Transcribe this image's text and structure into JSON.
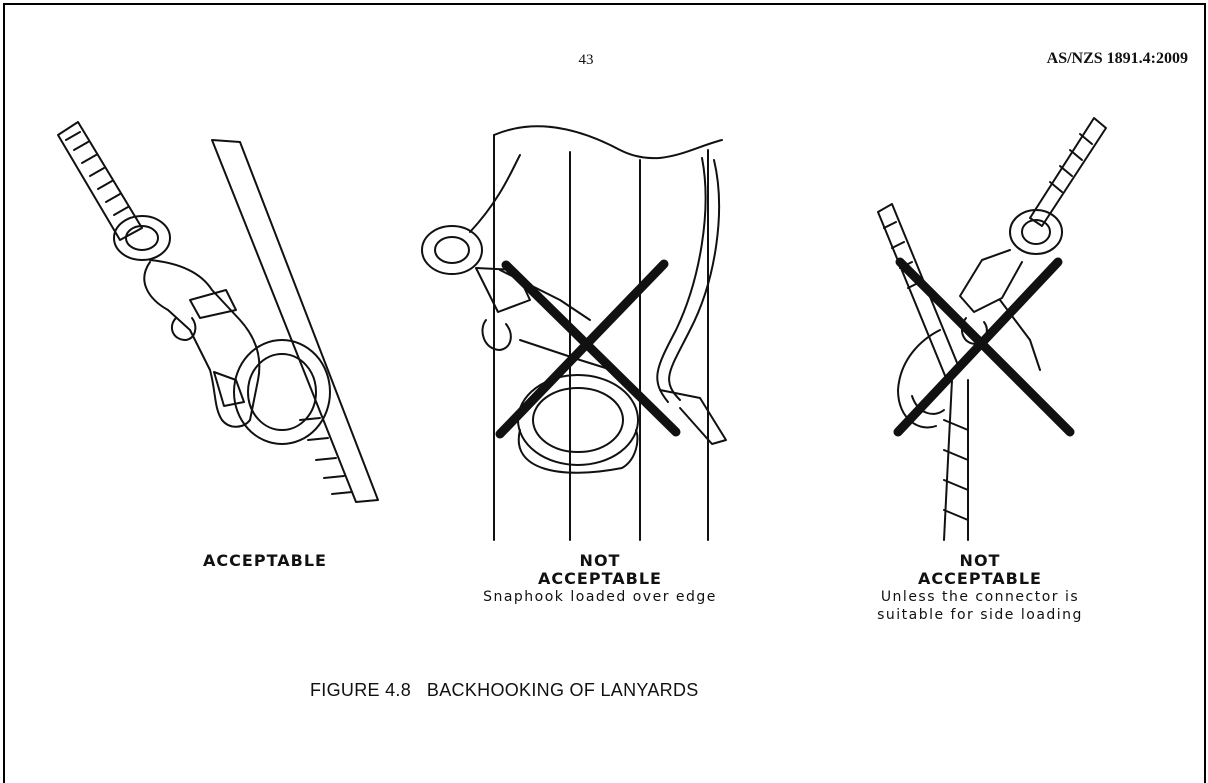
{
  "header": {
    "page_number": "43",
    "standard_code": "AS/NZS 1891.4:2009"
  },
  "panels": [
    {
      "label": "ACCEPTABLE",
      "label_line2": "",
      "note_line1": "",
      "note_line2": ""
    },
    {
      "label": "NOT",
      "label_line2": "ACCEPTABLE",
      "note_line1": "Snaphook loaded over edge",
      "note_line2": ""
    },
    {
      "label": "NOT",
      "label_line2": "ACCEPTABLE",
      "note_line1": "Unless the connector is",
      "note_line2": "suitable for side loading"
    }
  ],
  "figure": {
    "title": "FIGURE 4.8   BACKHOOKING OF LANYARDS"
  },
  "icons": [
    "snaphook-acceptable-illustration",
    "snaphook-over-edge-illustration",
    "snaphook-side-loading-illustration",
    "cross-mark-icon"
  ]
}
